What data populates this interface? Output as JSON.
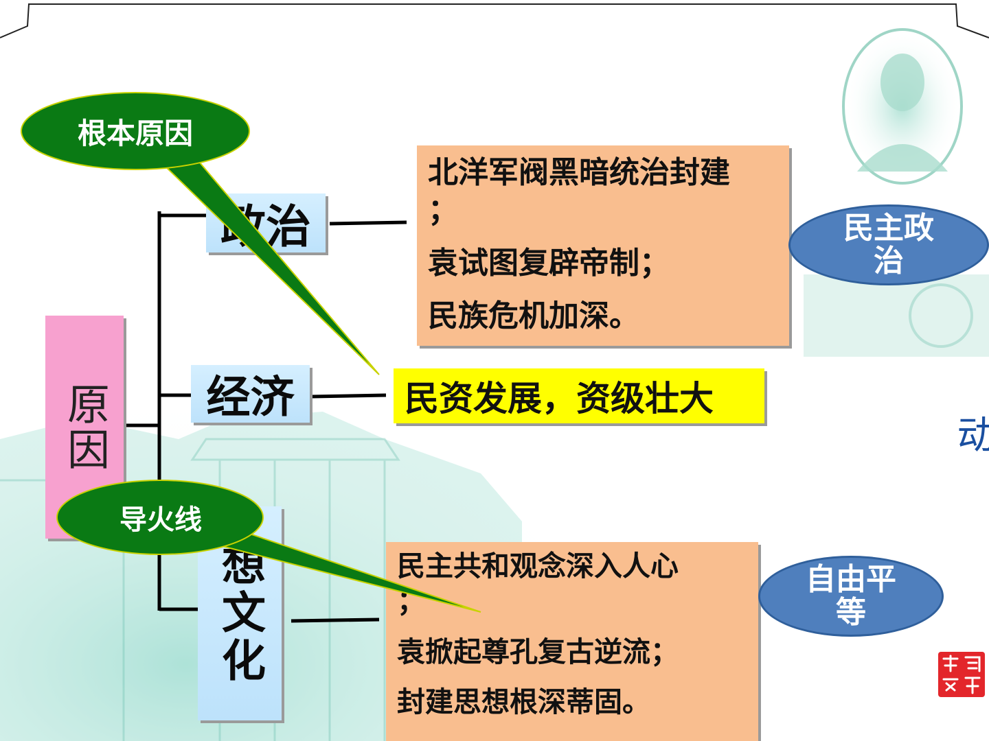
{
  "root": {
    "label": "原因"
  },
  "categories": {
    "politics": "政治",
    "economy": "经济",
    "culture": "想文化"
  },
  "details": {
    "politics": [
      "北洋军阀黑暗统治封建",
      "；",
      "袁试图复辟帝制；",
      "民族危机加深。"
    ],
    "economy": "民资发展，资级壮大",
    "culture": [
      "民主共和观念深入人心",
      "；",
      "袁掀起尊孔复古逆流；",
      "封建思想根深蒂固。"
    ]
  },
  "tags": {
    "democracy": "民主政治",
    "freedom": "自由平等"
  },
  "callouts": {
    "root_cause": "根本原因",
    "trigger": "导火线"
  },
  "side_title": "新文化运动",
  "colors": {
    "root_box": "#f7a1cf",
    "category_box": "#c9e8fc",
    "detail_box": "#f9be8f",
    "highlight": "#ffff00",
    "blue_tag": "#4f7fbd",
    "callout_green": "#0a7a14",
    "side_title": "#1a4fa0",
    "seal": "#e3262b"
  }
}
